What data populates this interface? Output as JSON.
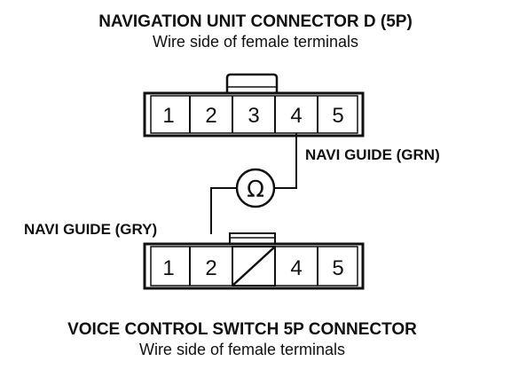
{
  "top_connector": {
    "title": "NAVIGATION UNIT CONNECTOR D (5P)",
    "subtitle": "Wire side of female terminals",
    "pins": [
      "1",
      "2",
      "3",
      "4",
      "5"
    ]
  },
  "bottom_connector": {
    "title": "VOICE CONTROL SWITCH 5P CONNECTOR",
    "subtitle": "Wire side of female terminals",
    "pins": [
      "1",
      "2",
      "",
      "4",
      "5"
    ],
    "blocked_pin_index": 2
  },
  "meter": {
    "symbol": "Ω"
  },
  "wires": {
    "upper_label": "NAVI GUIDE (GRN)",
    "lower_label": "NAVI GUIDE (GRY)"
  }
}
